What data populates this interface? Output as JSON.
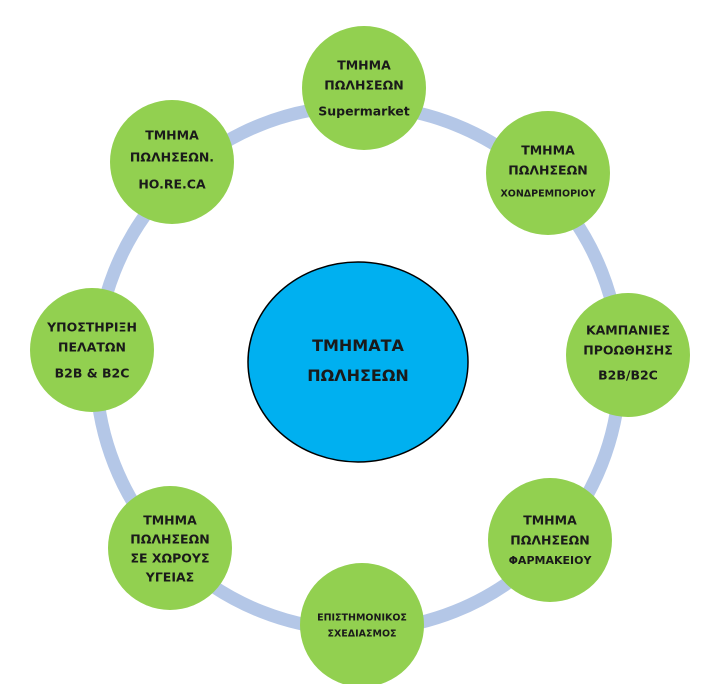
{
  "center": {
    "lines": [
      "ΤΜΗΜΑΤΑ",
      "ΠΩΛΗΣΕΩΝ"
    ]
  },
  "nodes": [
    {
      "key": "supermarket",
      "lines": [
        "ΤΜΗΜΑ",
        "ΠΩΛΗΣΕΩΝ",
        "Supermarket"
      ]
    },
    {
      "key": "wholesale",
      "lines": [
        "ΤΜΗΜΑ",
        "ΠΩΛΗΣΕΩΝ",
        "ΧΟΝΔΡΕΜΠΟΡΙΟΥ"
      ]
    },
    {
      "key": "campaigns",
      "lines": [
        "ΚΑΜΠΑΝΙΕΣ",
        "ΠΡΟΩΘΗΣΗΣ",
        "B2B/B2C"
      ]
    },
    {
      "key": "pharmacy",
      "lines": [
        "ΤΜΗΜΑ",
        "ΠΩΛΗΣΕΩΝ",
        "ΦΑΡΜΑΚΕΙΟΥ"
      ]
    },
    {
      "key": "scientific",
      "lines": [
        "ΕΠΙΣΤΗΜΟΝΙΚΟΣ",
        "ΣΧΕΔΙΑΣΜΟΣ"
      ]
    },
    {
      "key": "health",
      "lines": [
        "ΤΜΗΜΑ",
        "ΠΩΛΗΣΕΩΝ",
        "ΣΕ ΧΩΡΟΥΣ",
        "ΥΓΕΙΑΣ"
      ]
    },
    {
      "key": "support",
      "lines": [
        "ΥΠΟΣΤΗΡΙΞΗ",
        "ΠΕΛΑΤΩΝ",
        "B2B & B2C"
      ]
    },
    {
      "key": "horeca",
      "lines": [
        "ΤΜΗΜΑ",
        "ΠΩΛΗΣΕΩΝ.",
        "HO.RE.CA"
      ]
    }
  ],
  "colors": {
    "center_fill": "#00b0f0",
    "node_fill": "#92d050",
    "ring": "#b4c7e7",
    "outline": "#000000"
  }
}
